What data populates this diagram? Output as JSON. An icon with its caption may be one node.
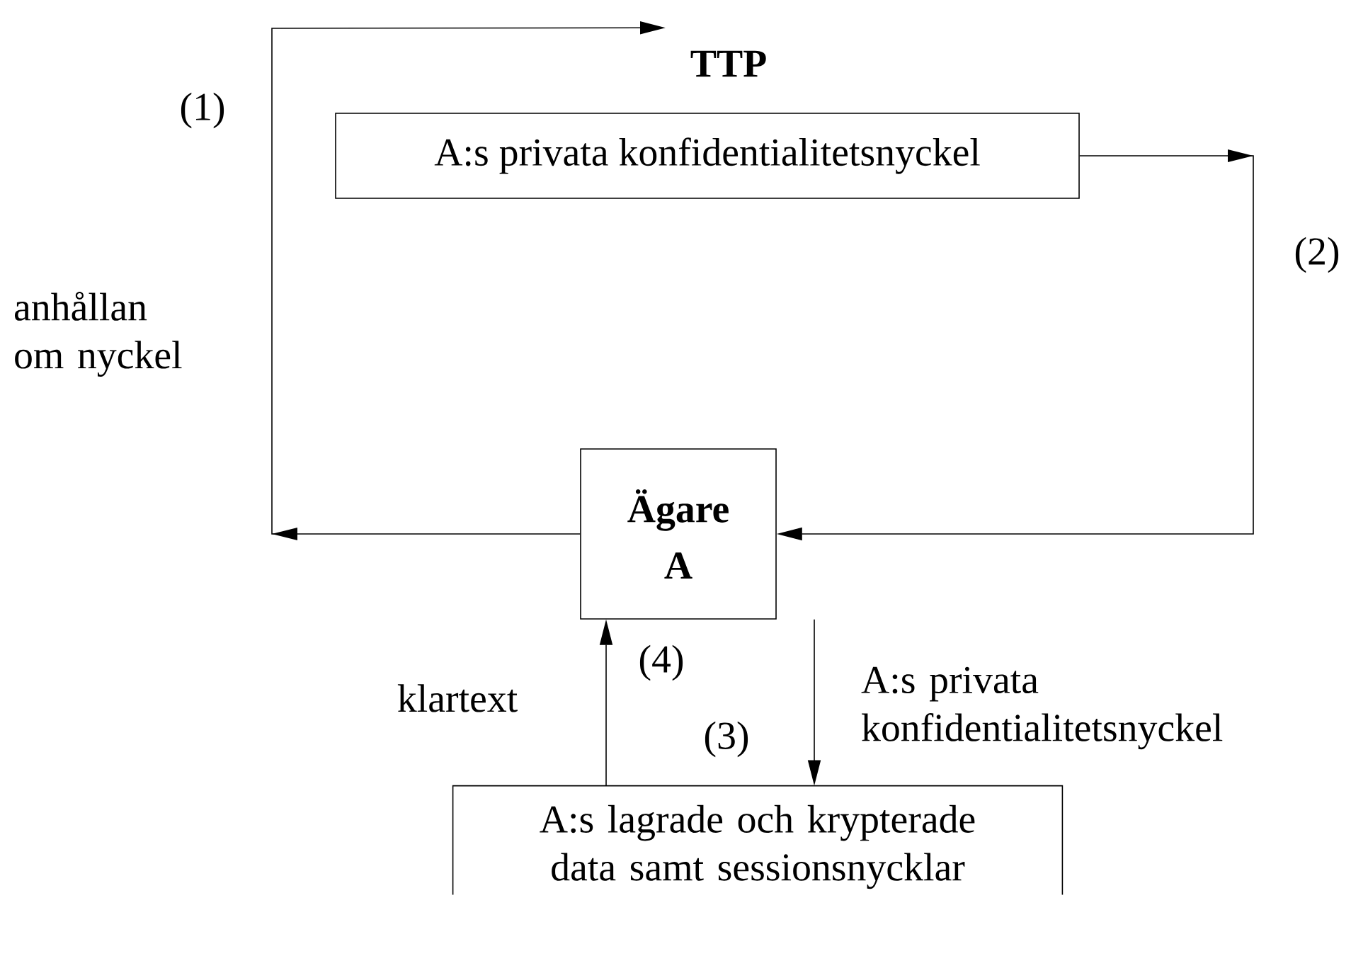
{
  "diagram": {
    "nodes": [
      {
        "text": [
          "TTP",
          "A:s privata konfidentialitetsnyckel"
        ]
      },
      {
        "text": [
          "Ägare A"
        ]
      },
      {
        "text": [
          "A:s lagrade och krypterade data samt sessionsnycklar"
        ]
      }
    ],
    "edges": [
      {
        "from": 1,
        "to": 0,
        "arrow": "to",
        "label": "anhållan om nyckel"
      },
      {
        "from": 0,
        "to": 1,
        "arrow": "to",
        "label": "(2)"
      },
      {
        "from": 1,
        "to": 2,
        "arrow": "to",
        "label": "A:s privata konfidentialitetsnyckel"
      },
      {
        "from": 2,
        "to": 1,
        "arrow": "to",
        "label": "klartext"
      }
    ],
    "labels": [
      "(1)",
      "(4)",
      "(3)"
    ]
  }
}
